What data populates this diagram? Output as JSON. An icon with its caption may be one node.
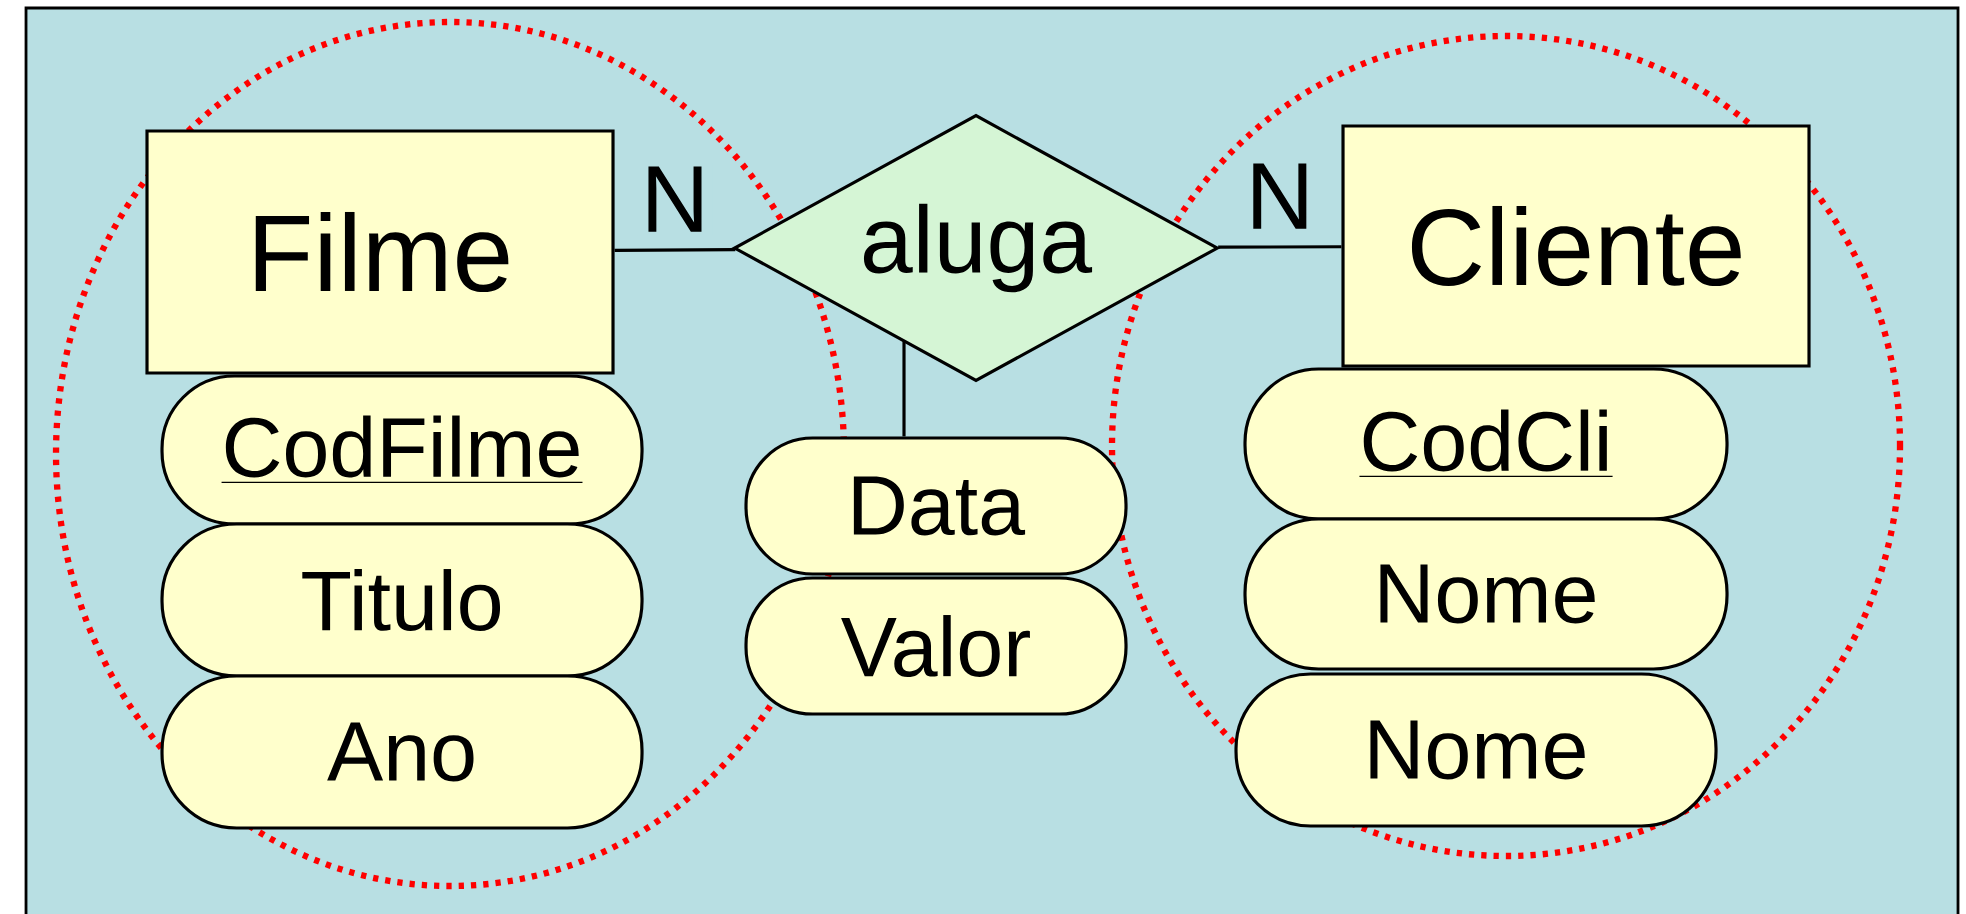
{
  "diagram": {
    "nodes": [
      {
        "text": [
          "Filme"
        ]
      },
      {
        "text": [
          "aluga"
        ]
      },
      {
        "text": [
          "Cliente"
        ]
      },
      {
        "text": [
          "CodFilme"
        ]
      },
      {
        "text": [
          "Titulo"
        ]
      },
      {
        "text": [
          "Ano"
        ]
      },
      {
        "text": [
          "Data"
        ]
      },
      {
        "text": [
          "Valor"
        ]
      },
      {
        "text": [
          "CodCli"
        ]
      },
      {
        "text": [
          "Nome"
        ]
      },
      {
        "text": [
          "Nome"
        ]
      }
    ],
    "edges": [
      {
        "from": 0,
        "to": 1,
        "arrow": "none",
        "label": "N"
      },
      {
        "from": 1,
        "to": 2,
        "arrow": "none",
        "label": "N"
      },
      {
        "from": 1,
        "to": 6,
        "arrow": "none"
      }
    ]
  }
}
